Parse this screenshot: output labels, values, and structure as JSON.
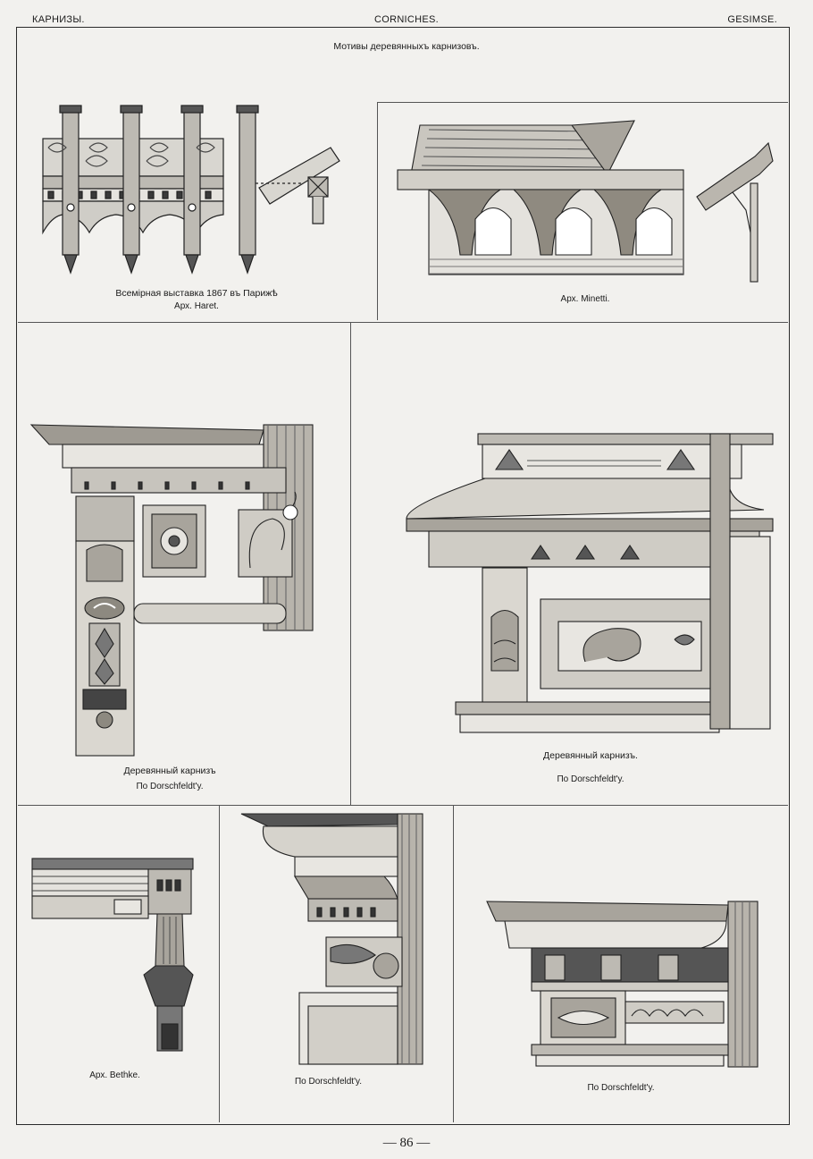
{
  "header": {
    "left": "КАРНИЗЫ.",
    "center": "CORNICHES.",
    "right": "GESIMSE."
  },
  "plate_title": "Мотивы деревянныхъ карнизовъ.",
  "figures": [
    {
      "caption": "Всемірная выставка 1867 въ Парижѣ",
      "credit": "Арх. Haret."
    },
    {
      "credit": "Арх. Minetti."
    },
    {
      "caption": "Деревянный карнизъ",
      "credit": "По Dorschfeldt'y."
    },
    {
      "caption": "Деревянный карнизъ.",
      "credit": "По Dorschfeldt'y."
    },
    {
      "credit": "Арх. Bethke."
    },
    {
      "credit": "По Dorschfeldt'y."
    },
    {
      "credit": "По Dorschfeldt'y."
    }
  ],
  "page_number": "— 86 —"
}
